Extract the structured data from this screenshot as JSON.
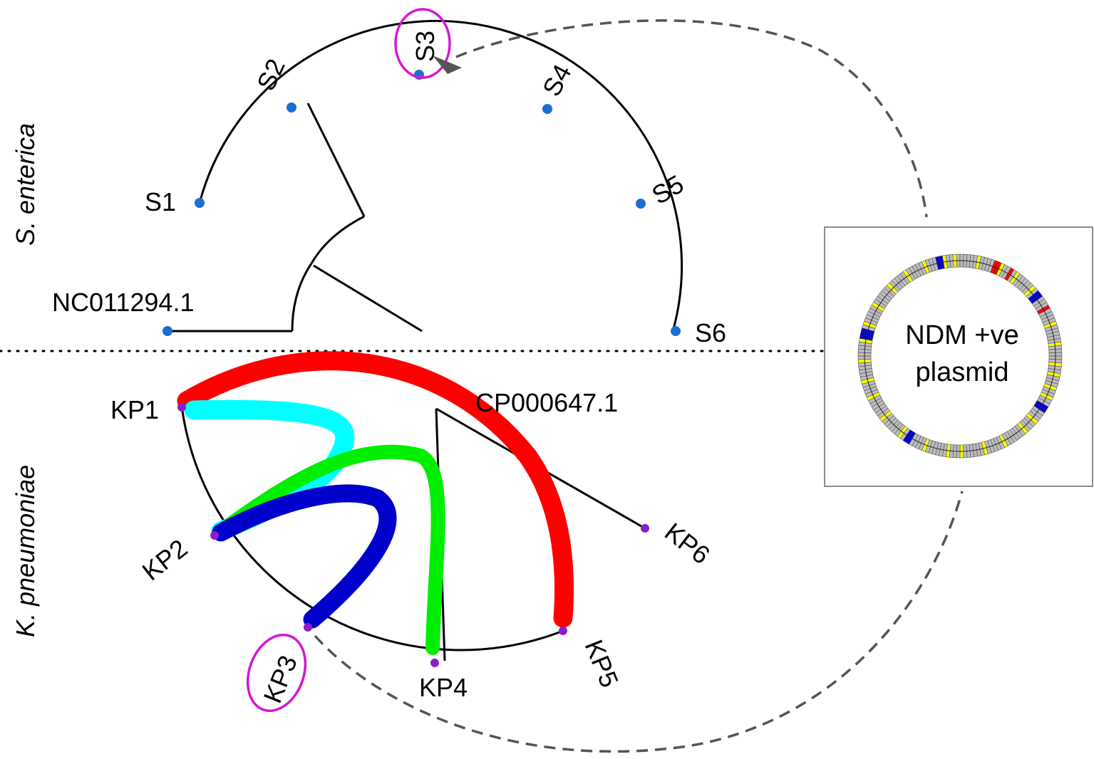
{
  "species": {
    "top": "S. enterica",
    "bottom": "K. pneumoniae"
  },
  "enterica_nodes": {
    "S1": "S1",
    "S2": "S2",
    "S3": "S3",
    "S4": "S4",
    "S5": "S5",
    "S6": "S6",
    "ref": "NC011294.1"
  },
  "kpneumoniae_nodes": {
    "KP1": "KP1",
    "KP2": "KP2",
    "KP3": "KP3",
    "KP4": "KP4",
    "KP5": "KP5",
    "KP6": "KP6",
    "ref": "CP000647.1"
  },
  "plasmid": {
    "line1": "NDM +ve",
    "line2": "plasmid"
  },
  "highlighted": [
    "S3",
    "KP3"
  ],
  "colors": {
    "enterica_node": "#1a6fd0",
    "kp_node": "#8a1ec8",
    "highlight": "#d417d4",
    "link_red": "#ff0000",
    "link_cyan": "#00ffff",
    "link_green": "#00ee00",
    "link_blue": "#0000cc",
    "connector": "#555555",
    "plasmid_gray": "#bdbdbd",
    "plasmid_yellow": "#ffff00",
    "plasmid_red": "#ff0000",
    "plasmid_blue": "#0000dd"
  },
  "links": [
    {
      "from": "KP1",
      "to": "KP5",
      "color": "red"
    },
    {
      "from": "KP1",
      "to": "KP2",
      "color": "cyan"
    },
    {
      "from": "KP2",
      "to": "KP4",
      "color": "green"
    },
    {
      "from": "KP2",
      "to": "KP3",
      "color": "blue"
    }
  ]
}
